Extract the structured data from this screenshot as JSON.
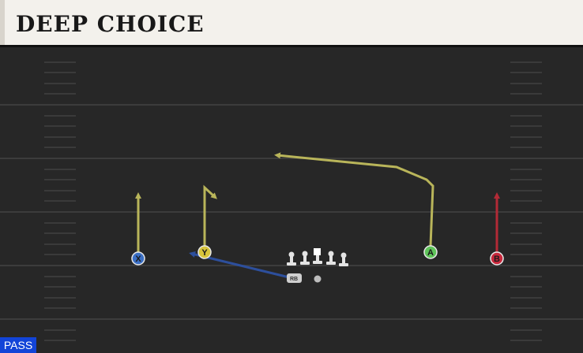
{
  "play": {
    "title": "DEEP CHOICE",
    "type_badge": "PASS"
  },
  "players": {
    "x": {
      "label": "X",
      "color": "#3b6fc4"
    },
    "y": {
      "label": "Y",
      "color": "#d8c53c"
    },
    "a": {
      "label": "A",
      "color": "#5fc45a"
    },
    "b": {
      "label": "B",
      "color": "#c8283c"
    },
    "rb": {
      "label": "RB"
    }
  },
  "colors": {
    "field": "#272727",
    "route_yellow": "#b9b55a",
    "route_blue": "#2d4f9c",
    "route_red": "#b22a36"
  }
}
